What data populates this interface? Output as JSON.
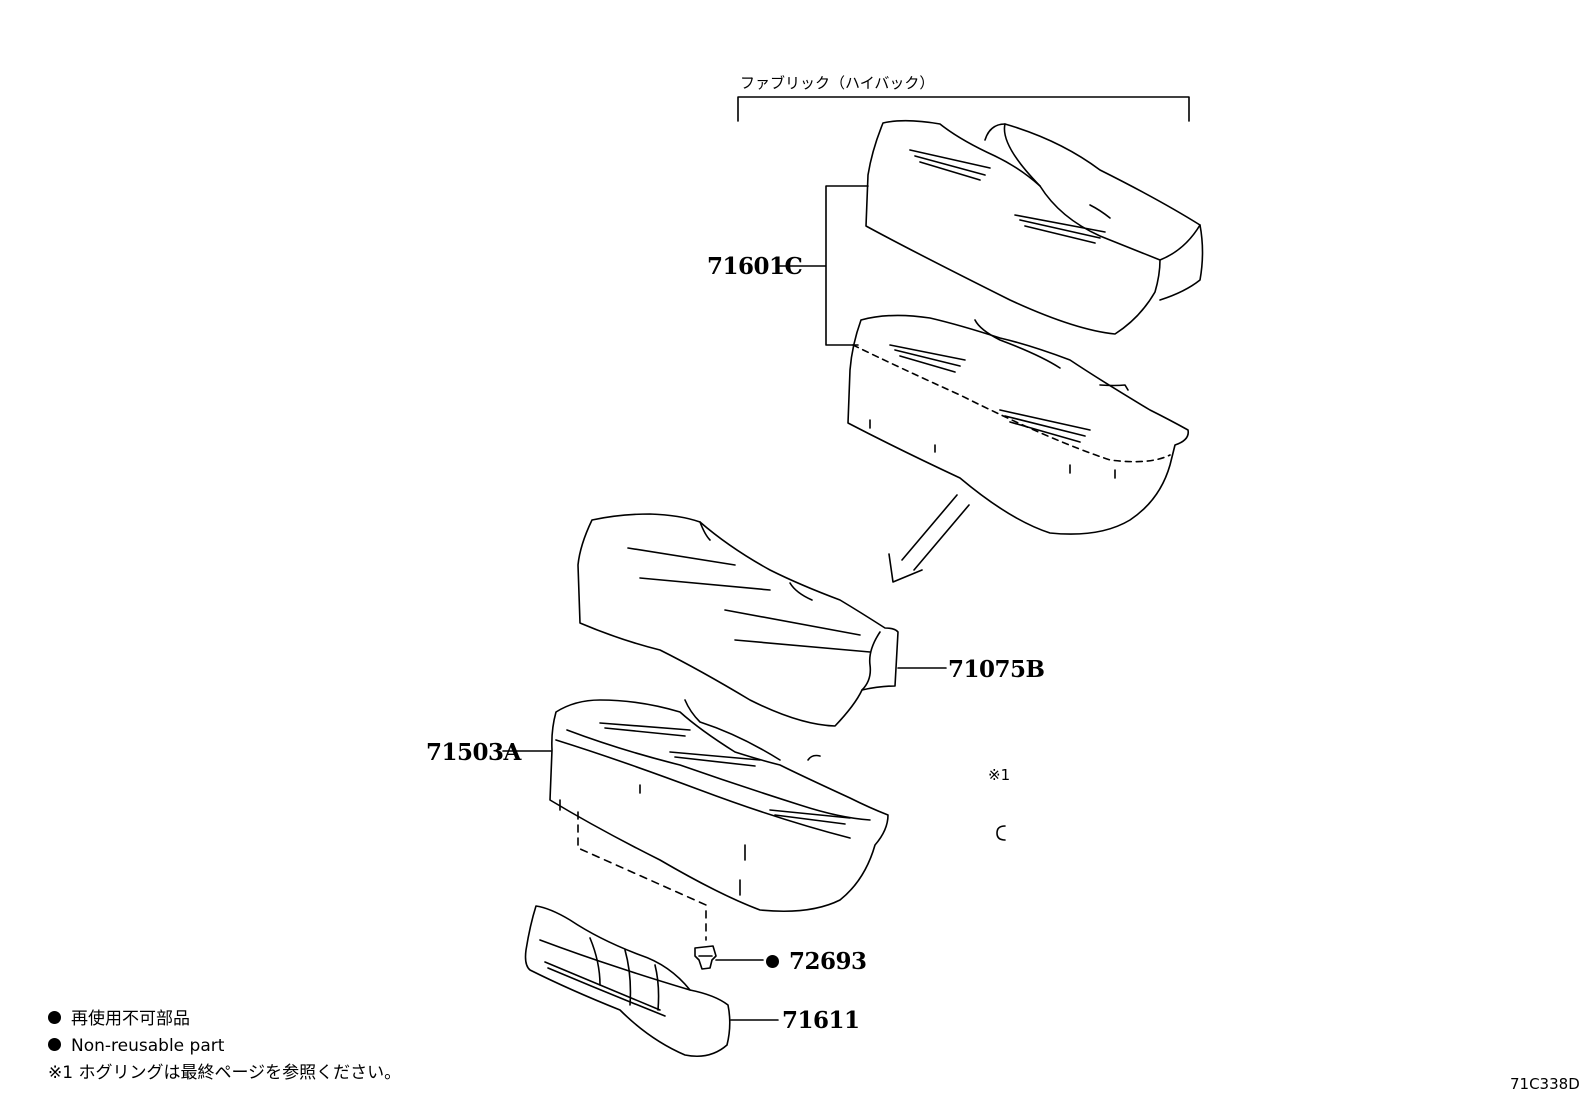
{
  "group_caption": "ファブリック（ハイバック）",
  "ref_mark": "※1",
  "figure_code": "71C338D",
  "parts": {
    "seatback_cover": "71601C",
    "cushion_cover": "71075B",
    "cushion_pad": "71503A",
    "clip": "72693",
    "pad_lower": "71611"
  },
  "legend": {
    "non_reusable_jp": "再使用不可部品",
    "non_reusable_en": "Non-reusable part",
    "note": "※1 ホグリングは最終ページを参照ください。"
  }
}
